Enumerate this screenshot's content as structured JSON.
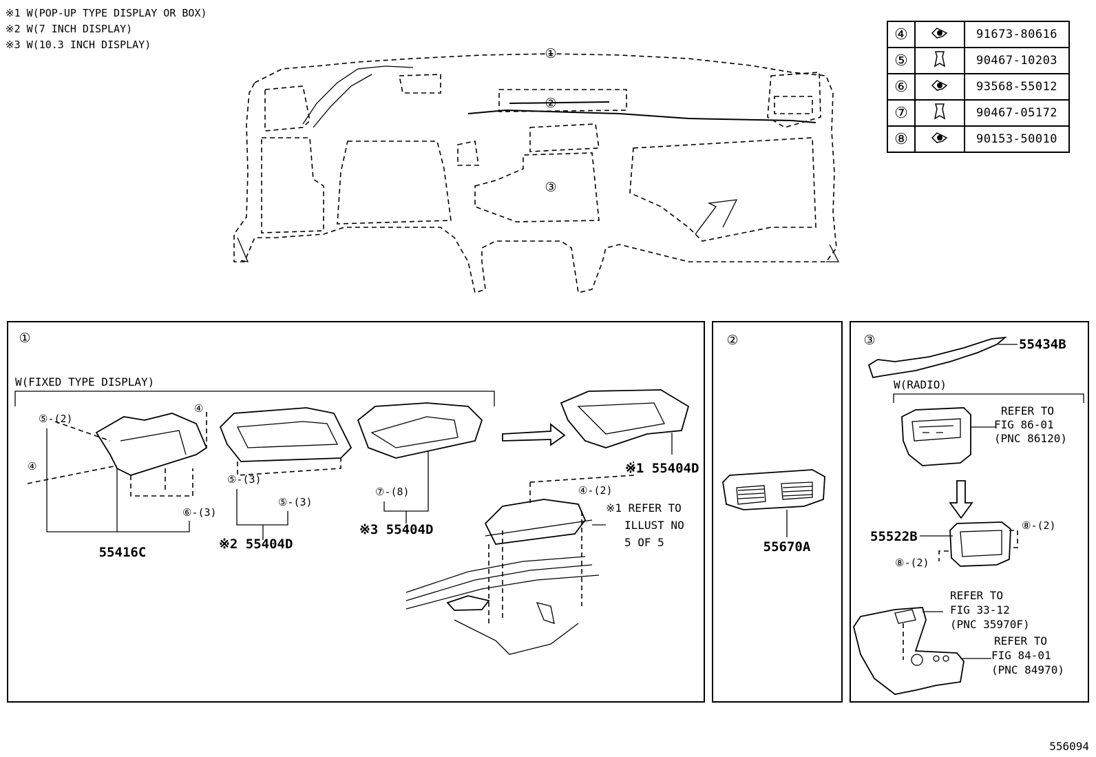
{
  "notes": [
    "※1 W(POP-UP TYPE DISPLAY OR BOX)",
    "※2 W(7 INCH DISPLAY)",
    "※3 W(10.3 INCH DISPLAY)"
  ],
  "parts_table": [
    {
      "index": "④",
      "icon": "bolt-icon",
      "part_no": "91673-80616"
    },
    {
      "index": "⑤",
      "icon": "clip-icon",
      "part_no": "90467-10203"
    },
    {
      "index": "⑥",
      "icon": "bolt-icon",
      "part_no": "93568-55012"
    },
    {
      "index": "⑦",
      "icon": "clip-icon",
      "part_no": "90467-05172"
    },
    {
      "index": "⑧",
      "icon": "bolt-icon",
      "part_no": "90153-50010"
    }
  ],
  "overview": {
    "callouts": [
      "①",
      "②",
      "③"
    ]
  },
  "panel1": {
    "index": "①",
    "group_label": "W(FIXED TYPE DISPLAY)",
    "part_55416C": "55416C",
    "part_55404D_2": "※2 55404D",
    "part_55404D_3": "※3 55404D",
    "part_55404D_1": "※1 55404D",
    "callout_5_q2": "⑤-(2)",
    "callout_4_a": "④",
    "callout_4_b": "④",
    "callout_6_q3": "⑥-(3)",
    "callout_5_q3_a": "⑤-(3)",
    "callout_5_q3_b": "⑤-(3)",
    "callout_7_q8": "⑦-(8)",
    "callout_4_q2": "④-(2)",
    "refer_line1": "※1 REFER TO",
    "refer_line2": "ILLUST NO",
    "refer_line3": "5 OF 5"
  },
  "panel2": {
    "index": "②",
    "part": "55670A"
  },
  "panel3": {
    "index": "③",
    "part_55434B": "55434B",
    "group_label": "W(RADIO)",
    "refer1": [
      "REFER TO",
      "FIG 86-01",
      "(PNC 86120)"
    ],
    "part_55522B": "55522B",
    "callout_8_a": "⑧-(2)",
    "callout_8_b": "⑧-(2)",
    "refer2": [
      "REFER TO",
      "FIG 33-12",
      "(PNC 35970F)"
    ],
    "refer3": [
      "REFER TO",
      "FIG 84-01",
      "(PNC 84970)"
    ]
  },
  "footer_code": "556094"
}
